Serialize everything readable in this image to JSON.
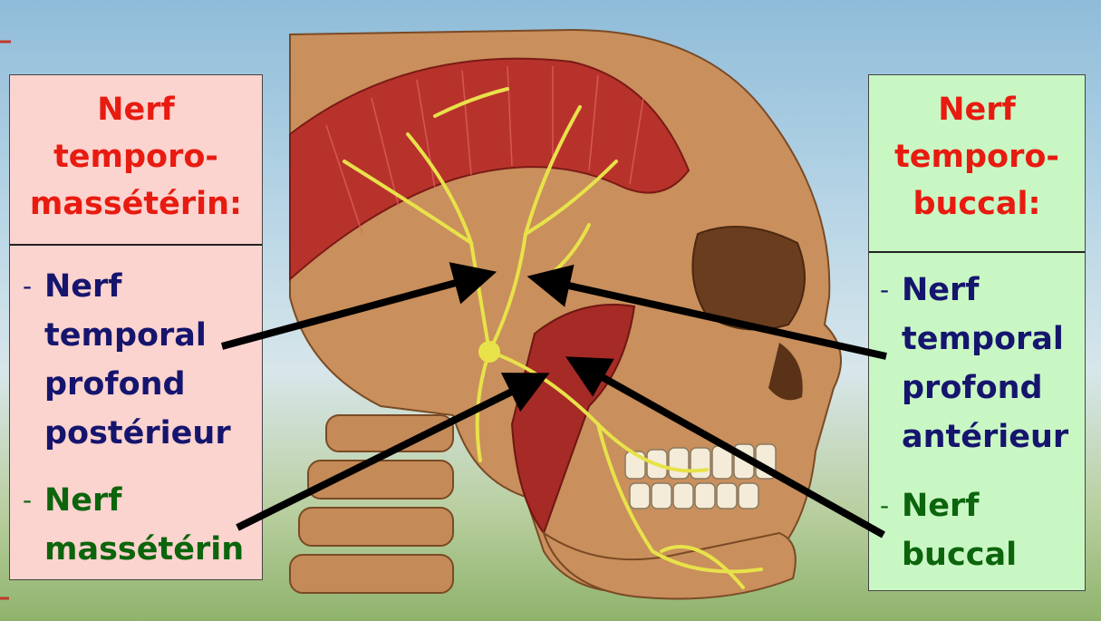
{
  "left_panel": {
    "title_lines": [
      "Nerf",
      "temporo-",
      "massétérin:"
    ],
    "items": [
      {
        "dash": "-",
        "lines": [
          "Nerf",
          "temporal",
          "profond",
          "postérieur"
        ]
      },
      {
        "dash": "-",
        "lines": [
          "Nerf",
          "massétérin"
        ]
      }
    ]
  },
  "right_panel": {
    "title_lines": [
      "Nerf",
      "temporo-",
      "buccal:"
    ],
    "items": [
      {
        "dash": "-",
        "lines": [
          "Nerf",
          "temporal",
          "profond",
          "antérieur"
        ]
      },
      {
        "dash": "-",
        "lines": [
          "Nerf",
          "buccal"
        ]
      }
    ]
  },
  "colors": {
    "title": "#e81b10",
    "item_blue": "#15156e",
    "item_green": "#0c650c",
    "left_panel_bg": "#fbd3cf",
    "right_panel_bg": "#c9f7c4",
    "nerve": "#e8e24a",
    "muscle": "#b8322c",
    "bone": "#c98f5c"
  }
}
